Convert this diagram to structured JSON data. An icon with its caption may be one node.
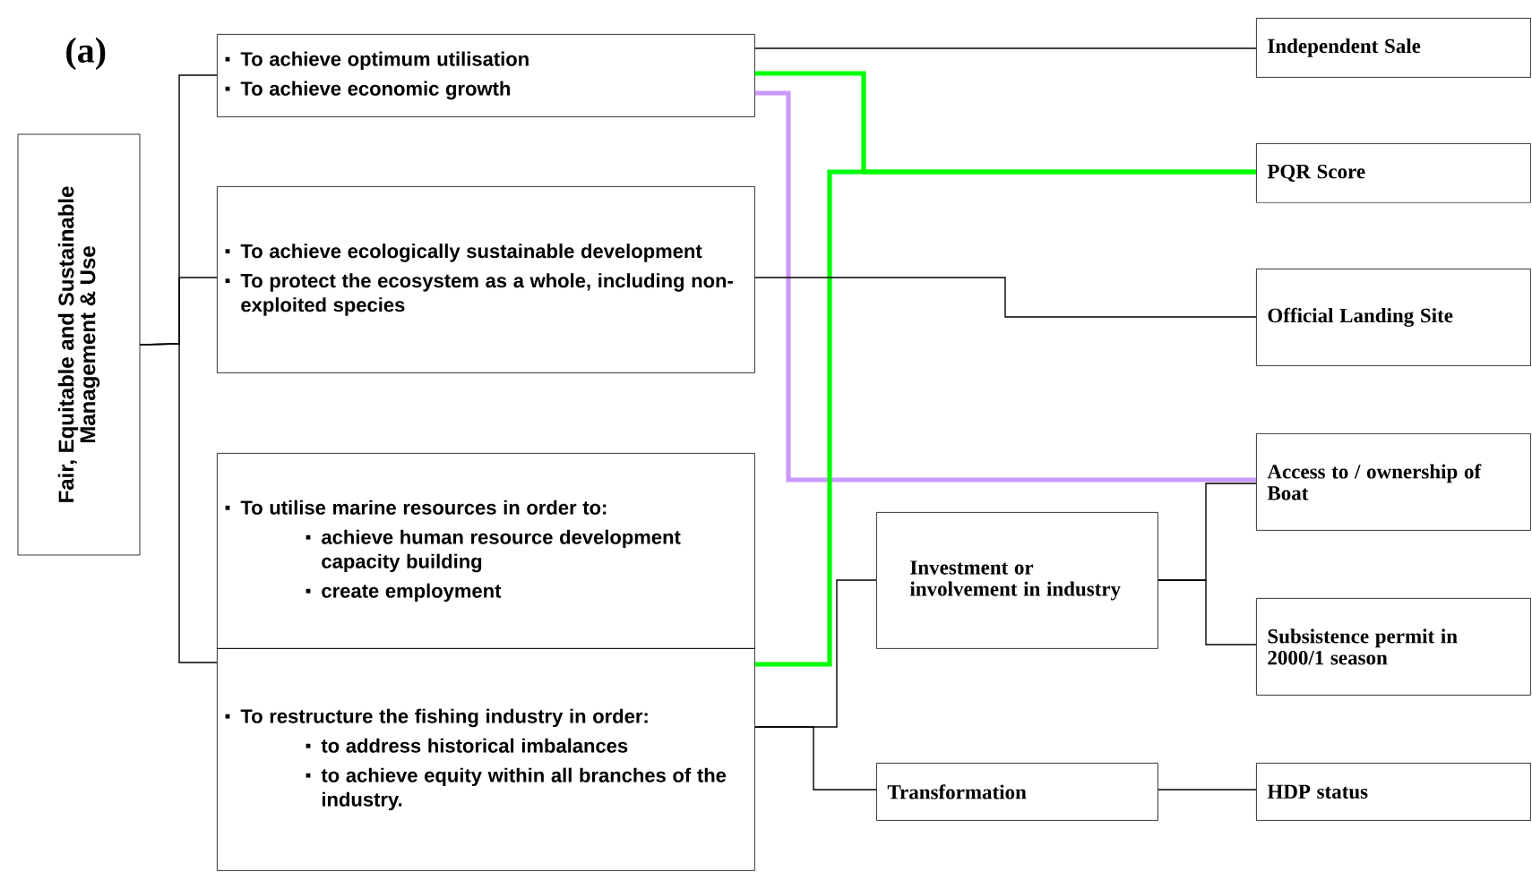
{
  "diagram": {
    "nodes": [
      {
        "text": [
          "Fair, Equitable and Sustainable Management & Use"
        ]
      },
      {
        "text": [
          "To achieve optimum utilisation",
          "To achieve economic growth"
        ]
      },
      {
        "text": [
          "To achieve ecologically sustainable development",
          "To protect the ecosystem as a whole, including non-exploited species"
        ]
      },
      {
        "text": [
          "To utilise marine resources in order to:",
          "achieve human resource development capacity building",
          "create employment"
        ]
      },
      {
        "text": [
          "To restructure the fishing industry in order:",
          "to address historical imbalances",
          "to achieve equity within all branches of the industry."
        ]
      },
      {
        "text": [
          "Independent Sale"
        ]
      },
      {
        "text": [
          "PQR Score"
        ]
      },
      {
        "text": [
          "Official Landing Site"
        ]
      },
      {
        "text": [
          "Access to / ownership of Boat"
        ]
      },
      {
        "text": [
          "Investment or involvement in industry"
        ]
      },
      {
        "text": [
          "Subsistence permit in 2000/1 season"
        ]
      },
      {
        "text": [
          "Transformation"
        ]
      },
      {
        "text": [
          "HDP status"
        ]
      }
    ],
    "edges": [
      {
        "from": 0,
        "to": 1,
        "arrow": "none"
      },
      {
        "from": 0,
        "to": 2,
        "arrow": "none"
      },
      {
        "from": 0,
        "to": 4,
        "arrow": "none"
      },
      {
        "from": 1,
        "to": 5,
        "arrow": "none"
      },
      {
        "from": 1,
        "to": 6,
        "arrow": "none",
        "style": "thick",
        "color": "#00ff00"
      },
      {
        "from": 1,
        "to": 8,
        "arrow": "none",
        "style": "thick",
        "color": "#cc99ff"
      },
      {
        "from": 4,
        "to": 6,
        "arrow": "none",
        "style": "thick",
        "color": "#00ff00"
      },
      {
        "from": 2,
        "to": 7,
        "arrow": "none"
      },
      {
        "from": 4,
        "to": 9,
        "arrow": "none"
      },
      {
        "from": 4,
        "to": 11,
        "arrow": "none"
      },
      {
        "from": 9,
        "to": 8,
        "arrow": "none"
      },
      {
        "from": 9,
        "to": 10,
        "arrow": "none"
      },
      {
        "from": 11,
        "to": 12,
        "arrow": "none"
      }
    ],
    "labels": [
      "(a)"
    ]
  }
}
